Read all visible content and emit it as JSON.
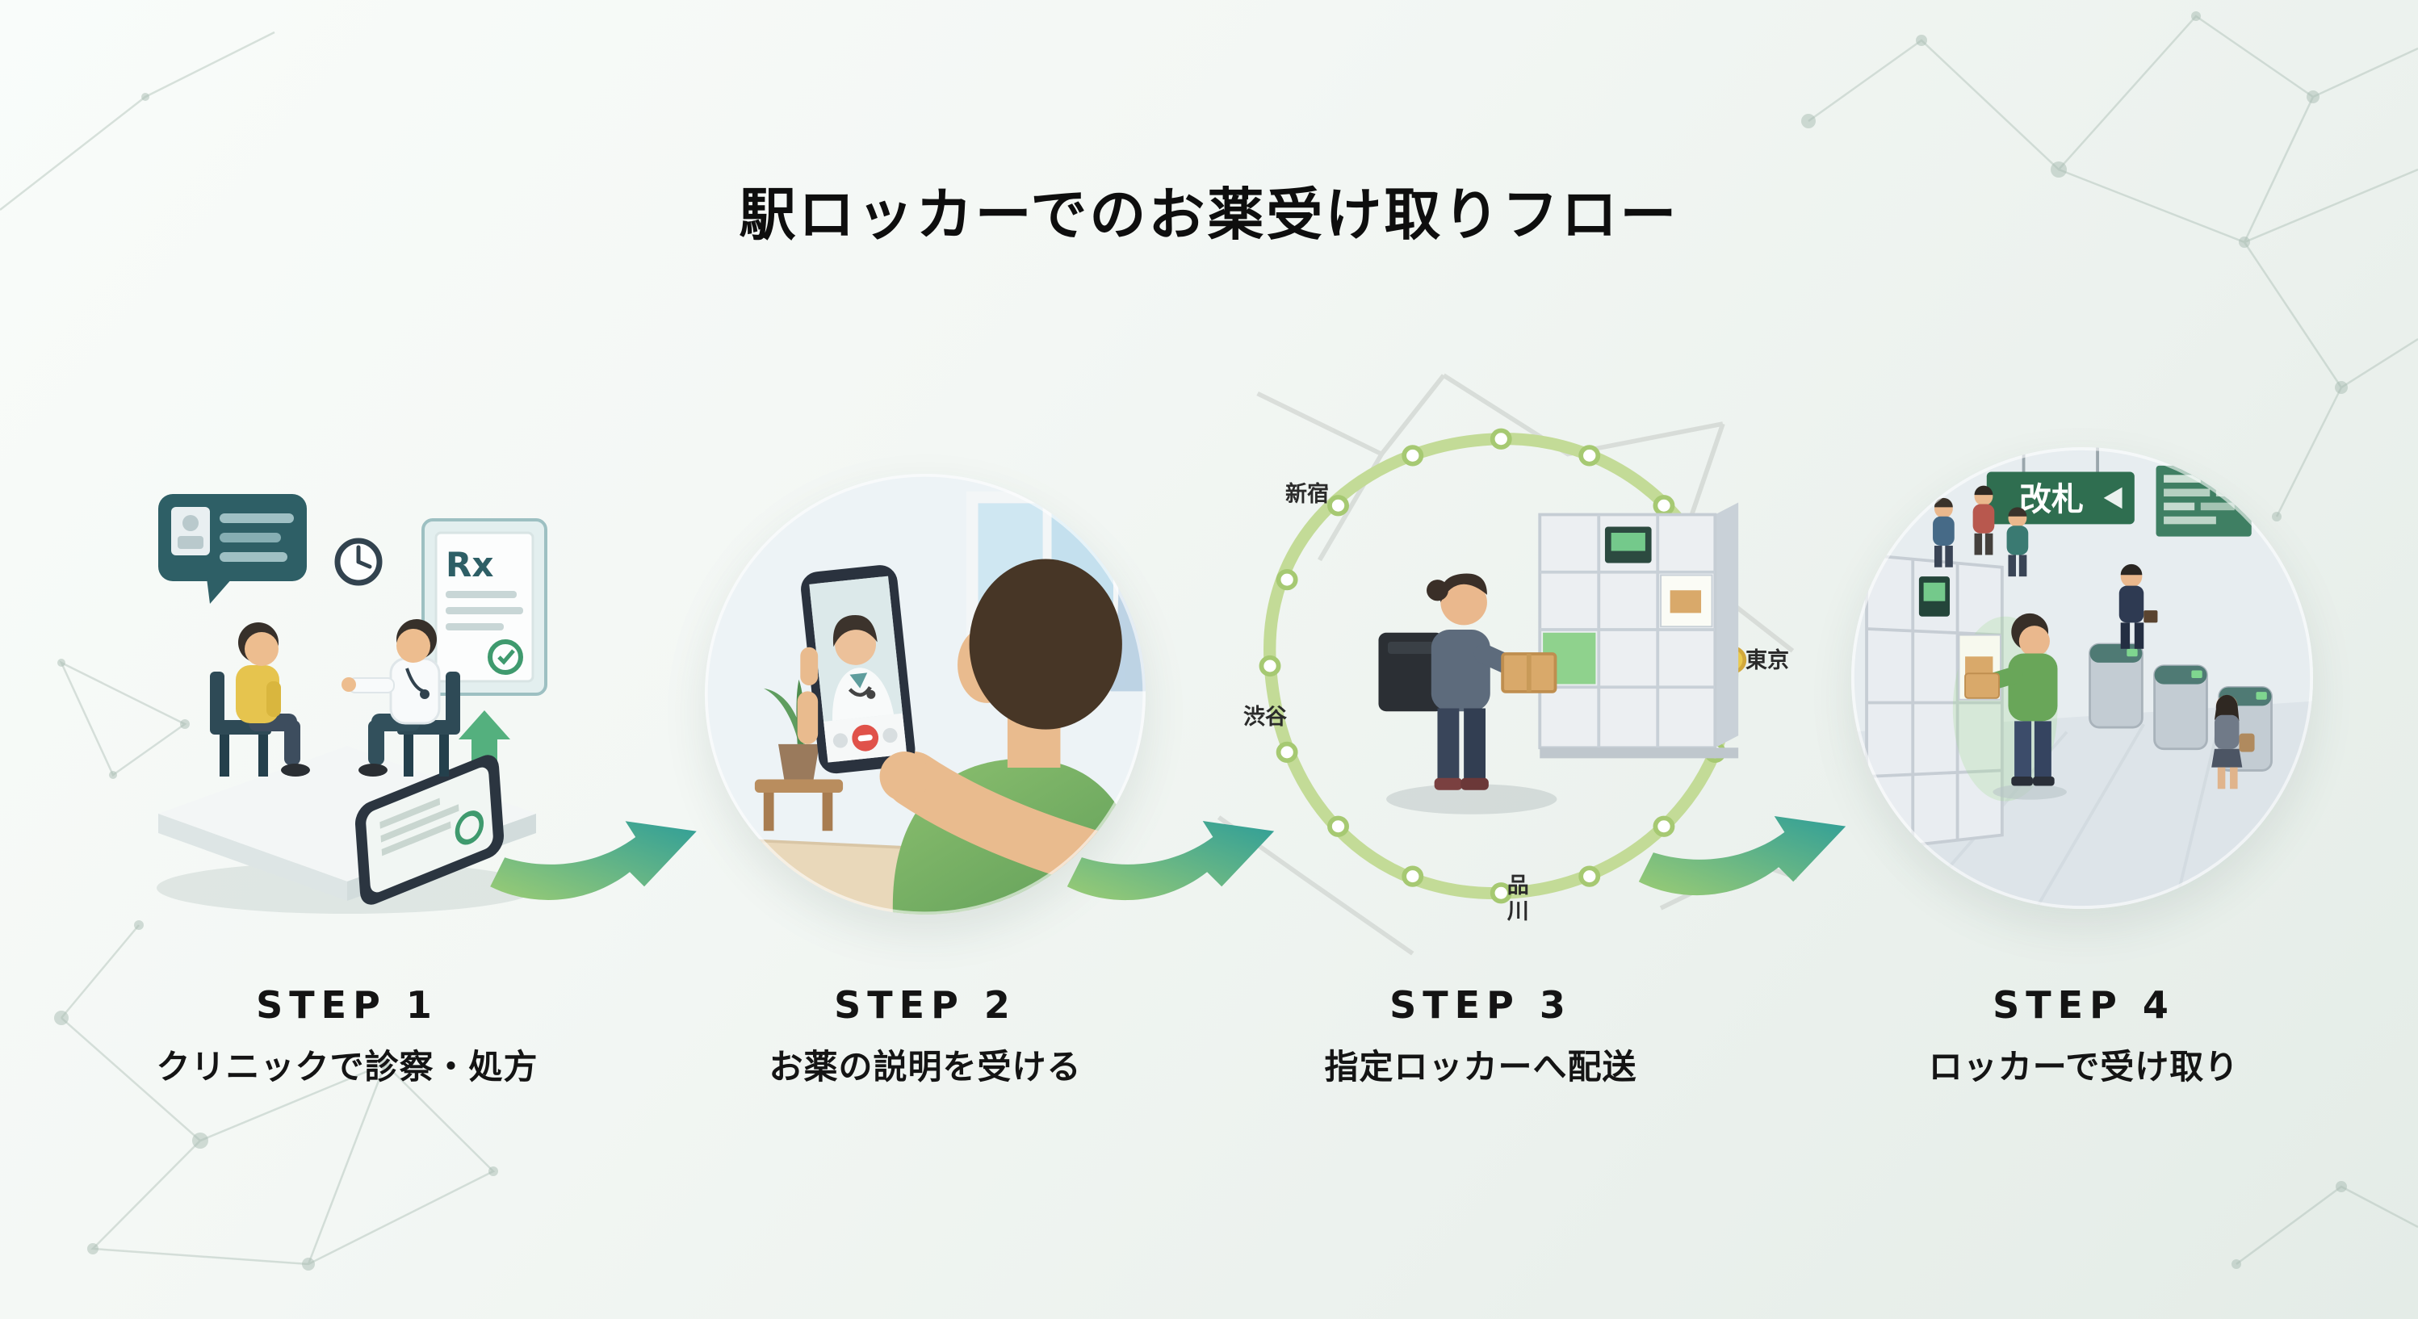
{
  "title": "駅ロッカーでのお薬受け取りフロー",
  "steps": [
    {
      "label": "STEP 1",
      "caption": "クリニックで診察・処方"
    },
    {
      "label": "STEP 2",
      "caption": "お薬の説明を受ける"
    },
    {
      "label": "STEP 3",
      "caption": "指定ロッカーへ配送"
    },
    {
      "label": "STEP 4",
      "caption": "ロッカーで受け取り"
    }
  ],
  "illustrations": {
    "step1": {
      "rx_label": "Rx"
    },
    "step3": {
      "stations": {
        "shinjuku": "新宿",
        "shibuya": "渋谷",
        "tokyo": "東京",
        "shinagawa": "品川"
      }
    },
    "step4": {
      "gate_sign": "改札"
    }
  },
  "colors": {
    "arrow_start": "#9bcc74",
    "arrow_end": "#2f9e98",
    "rail_loop": "#c3db97",
    "sign_green": "#2f6e50",
    "accent_green": "#69a659",
    "package_tan": "#d9a96a",
    "title_text": "#0e0e0e"
  }
}
